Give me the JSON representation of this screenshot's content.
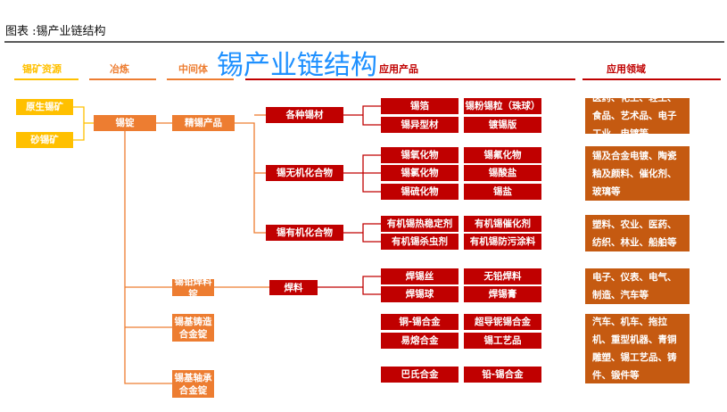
{
  "title": "图表 :锡产业链结构",
  "big_title": "锡产业链结构",
  "headers": {
    "resource": "锡矿资源",
    "smelting": "冶炼",
    "intermediate": "中间体",
    "products": "应用产品",
    "fields": "应用领域"
  },
  "resources": [
    "原生锡矿",
    "砂锡矿"
  ],
  "smelt": "锡锭",
  "intermediates": [
    "精锡产品",
    "锡铅焊料锭",
    "锡基铸造合金锭",
    "锡基轴承合金锭"
  ],
  "categories": [
    "各种锡材",
    "锡无机化合物",
    "锡有机化合物",
    "焊料"
  ],
  "products": [
    "锡箔",
    "锡粉锡粒（珠球）",
    "锡异型材",
    "镀锡版",
    "锡氧化物",
    "锡氟化物",
    "锡氯化物",
    "锡酸盐",
    "锡硫化物",
    "锡盐",
    "有机锡热稳定剂",
    "有机锡催化剂",
    "有机锡杀虫剂",
    "有机锡防污涂料",
    "焊锡丝",
    "无铅焊料",
    "焊锡球",
    "焊锡膏",
    "铜-锡合金",
    "超导铌锡合金",
    "易熔合金",
    "锡工艺品",
    "巴氏合金",
    "铅-锡合金"
  ],
  "fields": [
    "医药、化工、轻工、食品、艺术品、电子工业、电镀等",
    "锡及合金电镀、陶瓷釉及颜料、催化剂、玻璃等",
    "塑料、农业、医药、纺织、林业、船舶等",
    "电子、仪表、电气、制造、汽车等",
    "汽车、机车、拖拉机、重型机器、青铜雕塑、锡工艺品、铸件、锻件等"
  ],
  "colors": {
    "yellow": "#FFC000",
    "orange": "#ED7D31",
    "red": "#C00000",
    "brown": "#C55A11",
    "blue": "#1E90FF"
  }
}
